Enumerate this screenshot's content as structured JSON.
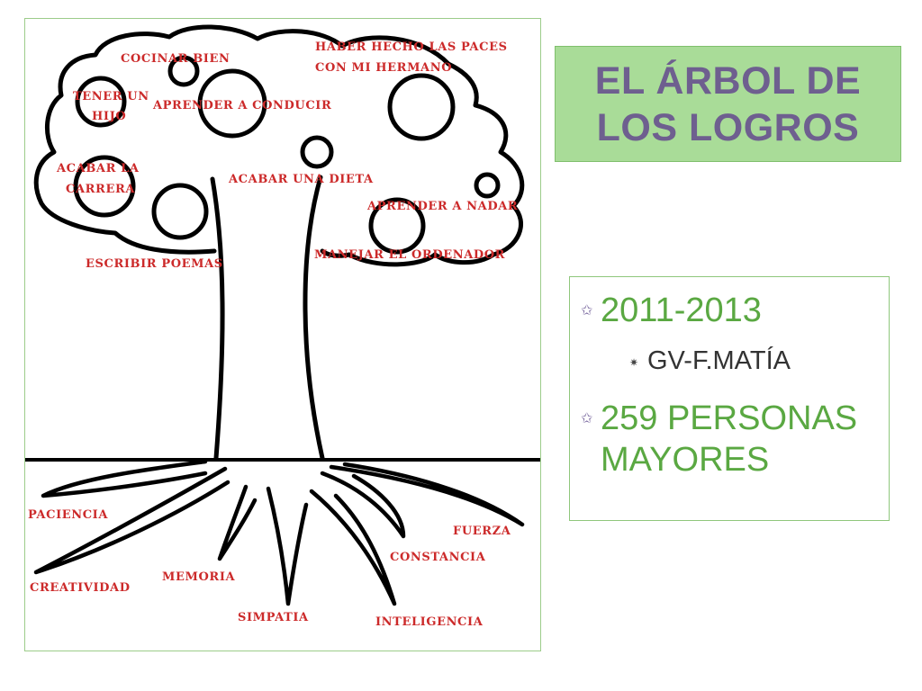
{
  "title": {
    "line1": "EL ÁRBOL DE",
    "line2": "LOS LOGROS"
  },
  "info": {
    "bullets": [
      {
        "text": "2011-2013",
        "subitems": [
          "GV-F.MATÍA"
        ]
      },
      {
        "text": "259 PERSONAS MAYORES",
        "subitems": []
      }
    ]
  },
  "tree": {
    "crown_labels": {
      "cocinar": "COCINAR BIEN",
      "paces_1": "HABER HECHO LAS PACES",
      "paces_2": "CON MI HERMANO",
      "hijo_1": "TENER UN",
      "hijo_2": "HIJO",
      "conducir": "APRENDER A CONDUCIR",
      "carrera_1": "ACABAR LA",
      "carrera_2": "CARRERA",
      "dieta": "ACABAR UNA DIETA",
      "nadar": "APRENDER A NADAR",
      "poemas": "ESCRIBIR POEMAS",
      "ordenador": "MANEJAR EL ORDENADOR"
    },
    "root_labels": {
      "paciencia": "PACIENCIA",
      "fuerza": "FUERZA",
      "constancia": "CONSTANCIA",
      "creatividad": "CREATIVIDAD",
      "memoria": "MEMORIA",
      "simpatia": "SIMPATIA",
      "inteligencia": "INTELIGENCIA"
    }
  },
  "colors": {
    "label_red": "#cc2a2a",
    "title_bg": "#a9dc98",
    "title_text": "#6e5f8f",
    "bullet_green": "#5aa842",
    "border_green": "#8fc77c"
  }
}
